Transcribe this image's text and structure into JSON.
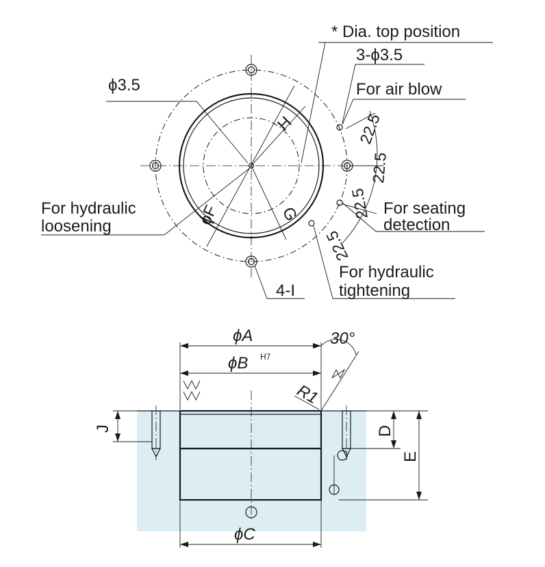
{
  "colors": {
    "line": "#1a1a1a",
    "section_fill": "#dceef4",
    "background": "#ffffff"
  },
  "top_view": {
    "dia_top_position": "* Dia. top position",
    "holes_3": "3-ϕ3.5",
    "center_hole": "ϕ3.5",
    "air_blow": "For air blow",
    "angle_1": "22.5",
    "angle_2": "22.5",
    "angle_3": "22.5",
    "angle_4": "22.5",
    "seating_line1": "For seating",
    "seating_line2": "detection",
    "loosening_line1": "For hydraulic",
    "loosening_line2": "loosening",
    "tightening_line1": "For hydraulic",
    "tightening_line2": "tightening",
    "bolt_holes": "4-I",
    "dim_H": "H",
    "dim_F": "ϕF",
    "dim_G": "G"
  },
  "side_view": {
    "dia_A": "ϕA",
    "dia_B": "ϕB",
    "dia_B_tolerance": "H7",
    "angle": "30°",
    "radius": "R1",
    "dim_J": "J",
    "dim_D": "D",
    "dim_E": "E",
    "dia_C": "ϕC"
  }
}
